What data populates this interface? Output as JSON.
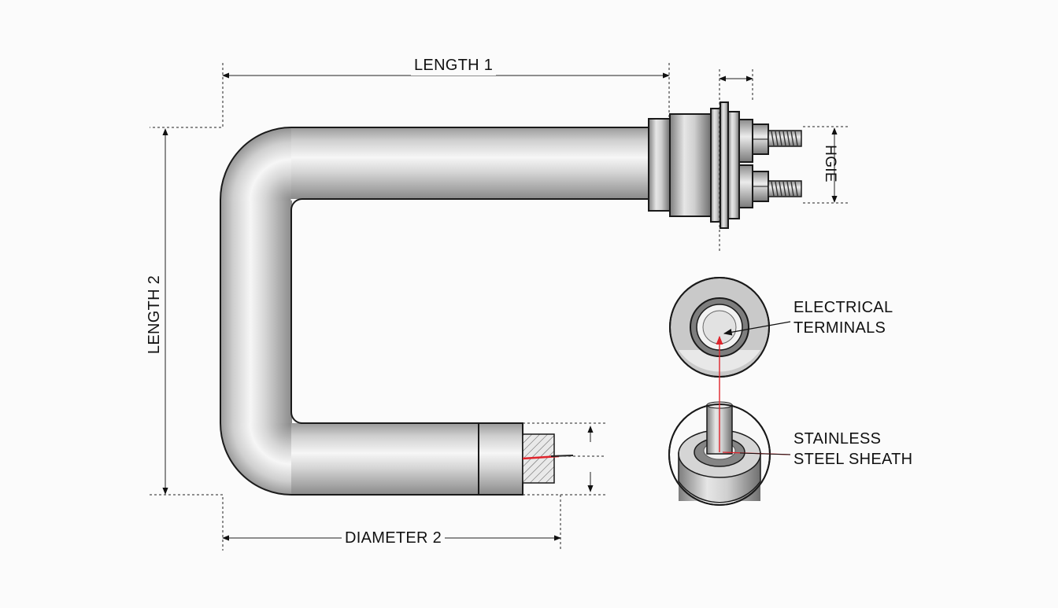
{
  "labels": {
    "length_1": "LENGTH 1",
    "length_2": "LENGTH 2",
    "diameter_2": "DIAMETER 2",
    "height": "HGIE",
    "terminals_line1": "ELECTRICAL",
    "terminals_line2": "TERMINALS",
    "sheath_line1": "STAINLESS",
    "sheath_line2": "STEEL SHEATH"
  },
  "colors": {
    "tube_highlight": "#f4f4f4",
    "tube_shadow": "#8c8c8c",
    "outline": "#1a1a1a",
    "heating_wire": "#e0242c",
    "background": "#fbfbfb"
  }
}
